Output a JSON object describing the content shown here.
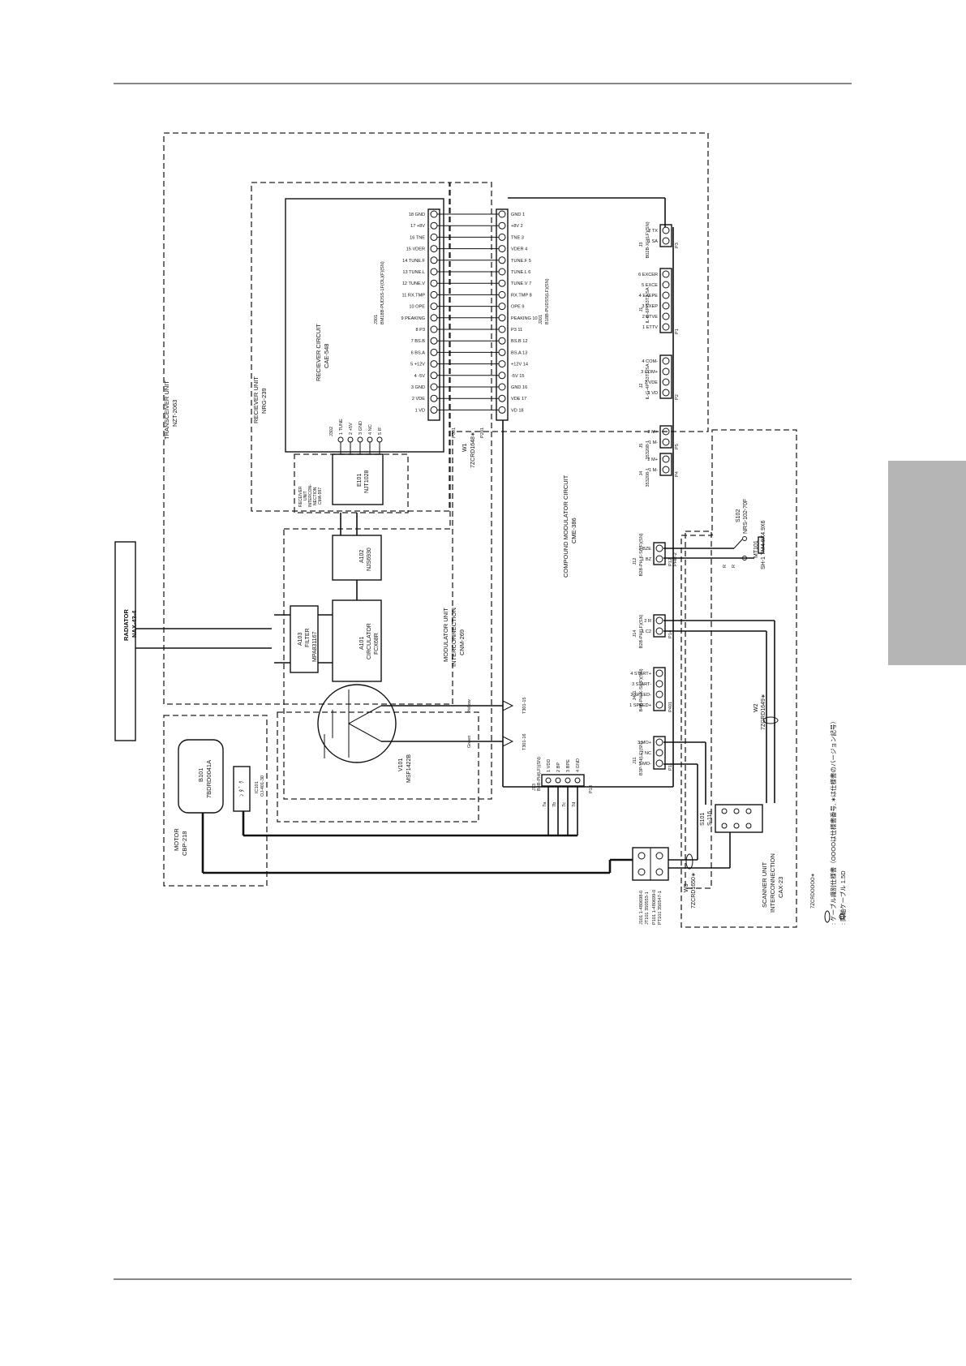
{
  "side_tab_color": "#b5b5b5",
  "radiator": {
    "title": "RADIATOR",
    "model": "NAX-43-4"
  },
  "transceiver": {
    "title": "TRANSCEIVER UNIT",
    "model": "NZT-2063"
  },
  "receiver_unit": {
    "title": "RECIEVER UNIT",
    "model": "NRG-239"
  },
  "receiver_circuit": {
    "title": "RECIEVER CIRCUIT",
    "model": "CAE-548"
  },
  "receiver_interconnection": {
    "line1": "RECEIVER",
    "line2": "UNIT",
    "line3": "INTERCON-",
    "line4": "NECTION",
    "line5": "CMA-997"
  },
  "e101": {
    "ref": "E101",
    "model": "NJT1028"
  },
  "j302": {
    "ref": "J302",
    "pins": [
      "1 TUNE",
      "2 +5V",
      "3 GND",
      "4 NC",
      "5 IF"
    ]
  },
  "j301": {
    "ref": "J301",
    "type": "BM18B-PUDSS-1F(OL)(F)(SN)",
    "plug": "P301",
    "pins": [
      "18 GND",
      "17 +8V",
      "16 TNE",
      "15 VDER",
      "14 TUNE.F",
      "13 TUNE.L",
      "12 TUNE.V",
      "11 RX.TMP",
      "10 OPE",
      "9 PEAKING",
      "8 P3",
      "7 BS.B",
      "6 BS.A",
      "5 +12V",
      "4 -5V",
      "3 GND",
      "2 VDE",
      "1 VD"
    ]
  },
  "j201": {
    "ref": "J201",
    "type": "B18B-PUDSS(LF)(SN)",
    "plug": "P201",
    "pins": [
      "GND 1",
      "+8V 2",
      "TNE 3",
      "VDER 4",
      "TUNE.F 5",
      "TUNE.L 6",
      "TUNE.V 7",
      "RX.TMP 8",
      "OPE 9",
      "PEAKING 10",
      "P3 11",
      "BS.B 12",
      "BS.A 13",
      "+12V 14",
      "-5V 15",
      "GND 16",
      "VDE 17",
      "VD 18"
    ]
  },
  "w1": {
    "ref": "W1",
    "cable": "7ZCRD1648∗"
  },
  "modulator_unit": {
    "line1": "MODULATOR UNIT",
    "line2": "INTERCONNECTION",
    "line3": "CNM-269"
  },
  "compound_modulator": {
    "title": "COMPOUND MODULATOR CIRCUIT",
    "model": "CME-386"
  },
  "a102": {
    "ref": "A102",
    "model": "NJS6930"
  },
  "a101": {
    "ref": "A101",
    "name": "CIRCULATOR",
    "model": "FCX68R"
  },
  "a103": {
    "ref": "A103",
    "name": "FILTER",
    "model": "MPA831167"
  },
  "v101": {
    "ref": "V101",
    "model": "MSF1422B",
    "lead1": "Yellow",
    "lead2": "Green",
    "term1": "T301-15",
    "term2": "T301-16"
  },
  "j3": {
    "ref": "J3",
    "type": "B02B-XH(LF)(SN)",
    "plug": "P3",
    "pins": [
      "2 TX",
      "1 SA"
    ]
  },
  "j1": {
    "ref": "J1",
    "type": "IL-G-6P-S3T2-SA",
    "plug": "P1",
    "pins": [
      "6 EXCER",
      "5 EXCE",
      "4 EXEPE",
      "3 EXEP",
      "2 ETVE",
      "1 ETTV"
    ]
  },
  "j2": {
    "ref": "J2",
    "type": "IL-G-4P-S3T2-SA",
    "plug": "P2",
    "pins": [
      "4 COM-",
      "3 COM+",
      "2 VDE",
      "1 VD"
    ]
  },
  "j5": {
    "ref": "J5",
    "type": "353208-1",
    "plug": "P5",
    "pins": [
      "2 M+",
      "1 M-"
    ]
  },
  "j4": {
    "ref": "J4",
    "type": "353208-1",
    "plug": "P4",
    "pins": [
      "2 M+",
      "1 M-"
    ]
  },
  "j12": {
    "ref": "J12",
    "type": "B2B-PH-K-S(LF)(SN)",
    "plug": "P12",
    "pins": [
      "2 BZE",
      "1 BZ"
    ],
    "plug_note": "PHR-2"
  },
  "j14": {
    "ref": "J14",
    "type": "B2B-PH(LF)(SN)",
    "plug": "P14",
    "pins": [
      "2 R",
      "1 C2"
    ]
  },
  "j401": {
    "ref": "J401",
    "type": "B4B-PH-K-S(LF)(SN)",
    "plug": "P401",
    "pins": [
      "4 START+",
      "3 START-",
      "2 SPEED-",
      "1 SPEED+"
    ]
  },
  "j11": {
    "ref": "J11",
    "type": "B3P-VH(LF)(SN)",
    "plug": "P11",
    "pins": [
      "3 MO+",
      "2 NC",
      "1 MO-"
    ]
  },
  "j13": {
    "ref": "J13",
    "type": "B4B-PH(LF)(SN)",
    "plug": "P13",
    "pins": [
      "1 VDD",
      "2 BP",
      "3 BPE",
      "4 GND"
    ],
    "wires": [
      "7a",
      "7b",
      "7c",
      "7d"
    ]
  },
  "s102": {
    "ref": "S102",
    "model": "NRS-102-70F",
    "wire": "R"
  },
  "mt101": {
    "ref": "MT101",
    "model": "SH-1 TM4.9X4.9X6"
  },
  "w2": {
    "ref": "W2",
    "cable": "7ZCRD1649∗"
  },
  "s101": {
    "ref": "S101",
    "model": "S-116"
  },
  "motor": {
    "title": "MOTOR",
    "model": "CBP-218"
  },
  "b101": {
    "ref": "B101",
    "model": "7BDRD0041A"
  },
  "ic101": {
    "ref": "IC101",
    "model": "OJ-401-30"
  },
  "j101": {
    "l1": "J101  1-480698-0",
    "l2": "JT101  350553-1",
    "l3": "P101  1-480699-0",
    "l4": "PT101  350547-1"
  },
  "w3": {
    "ref": "W3",
    "cable": "7ZCRD1650∗"
  },
  "scanner": {
    "line1": "SCANNER UNIT",
    "line2": "INTERCONNECTION",
    "line3": "CAX-23"
  },
  "legend": {
    "code": "7ZCRDOOOO∗",
    "note1": ": ケーブル識別仕様書（OOOOは仕様書番号, ∗は仕様書のバージョン記号）",
    "note2": ": 同軸ケーブル 1.5D"
  }
}
